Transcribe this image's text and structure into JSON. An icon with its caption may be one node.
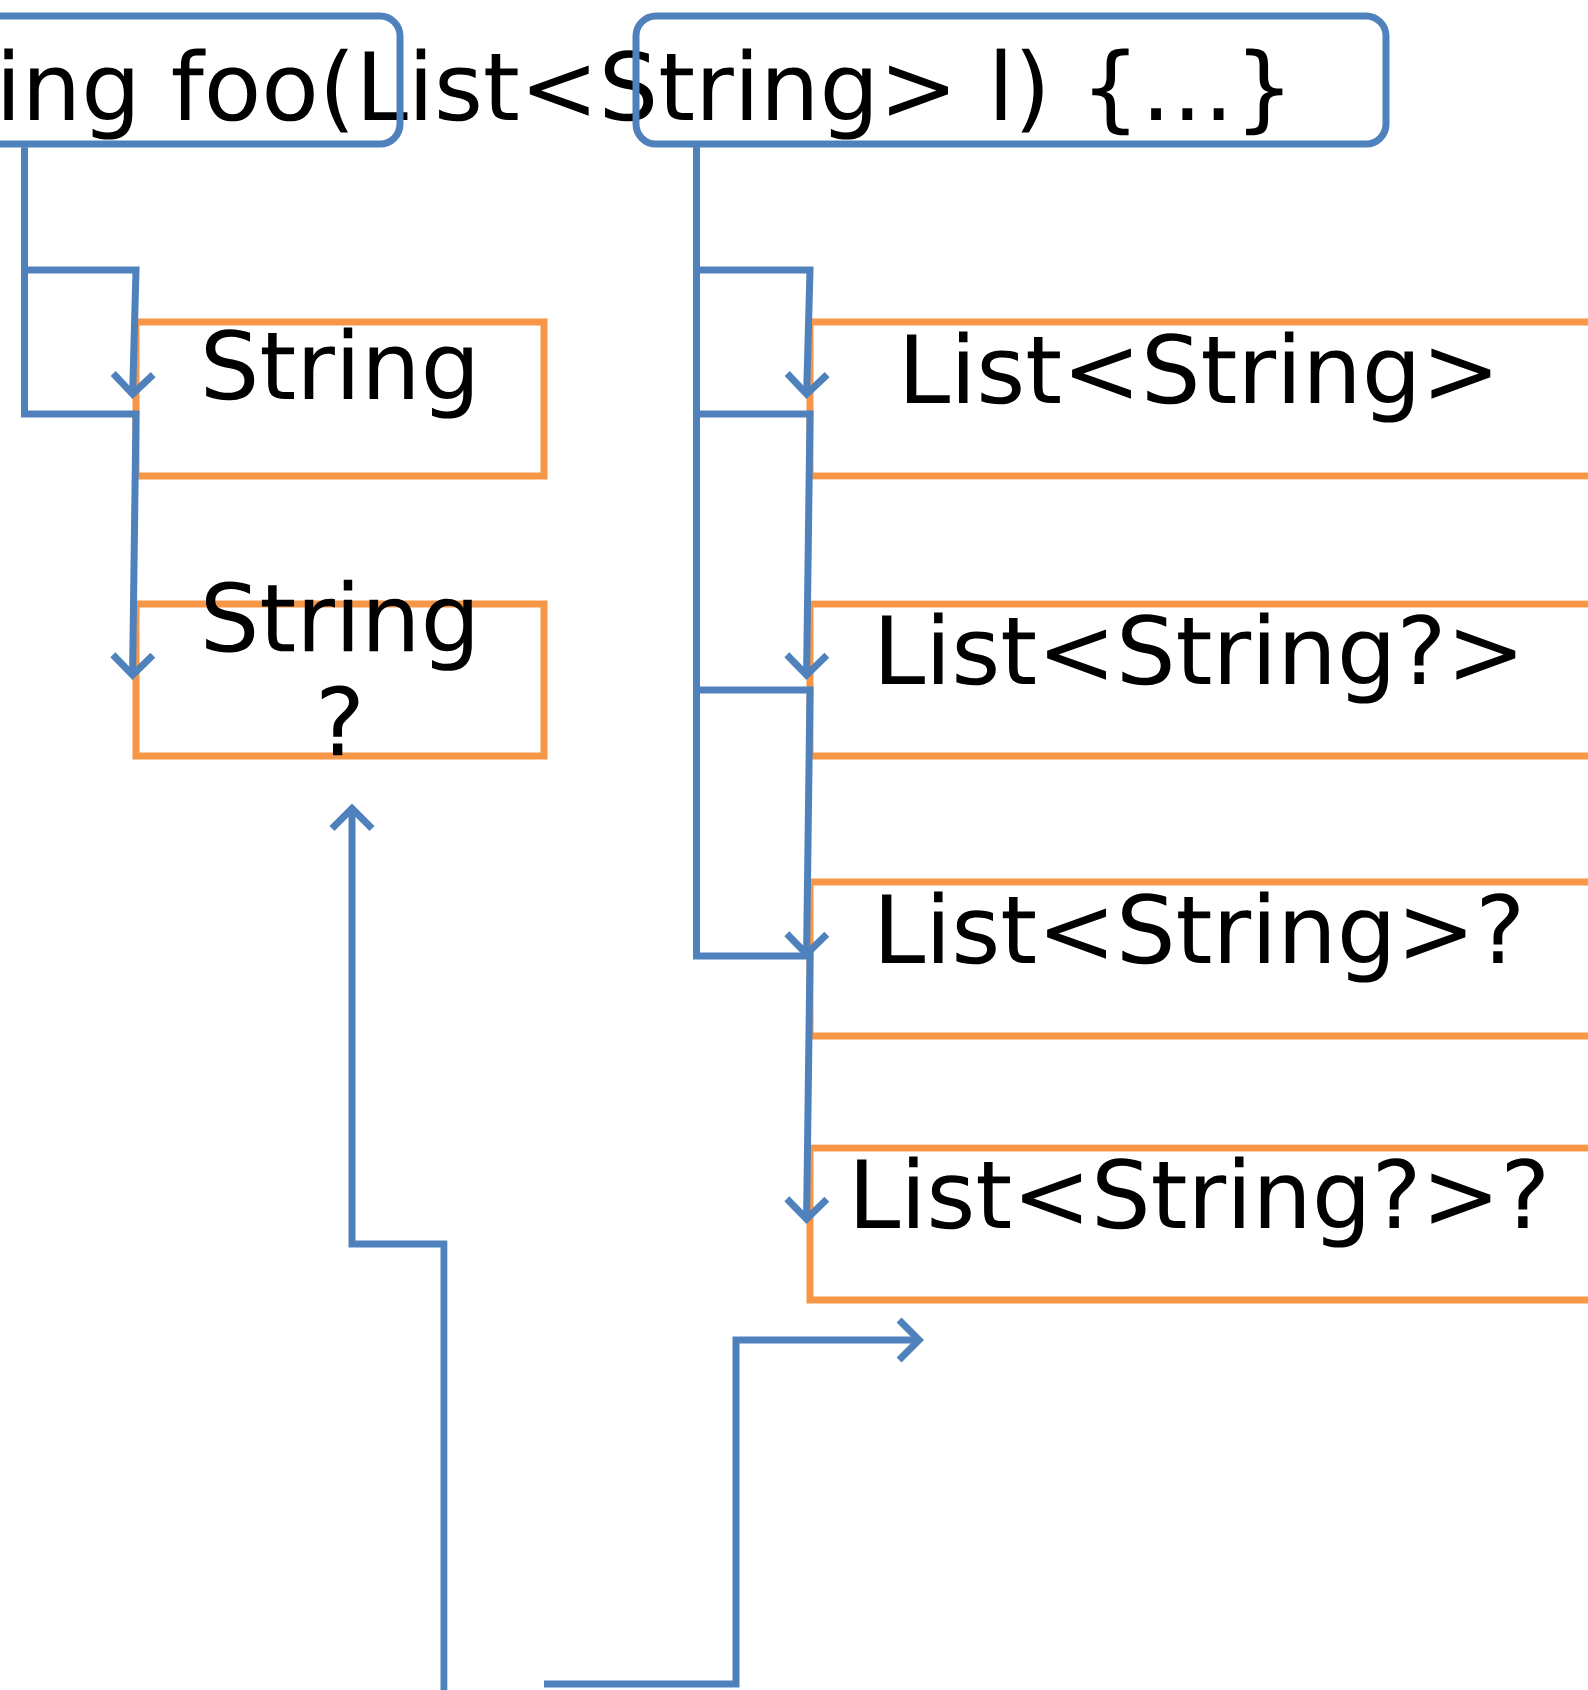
{
  "diagram": {
    "nodes": [
      {
        "text": [],
        "shape": "box"
      },
      {
        "text": [],
        "shape": "box"
      },
      {
        "text": [
          "String"
        ]
      },
      {
        "text": [
          "String ?"
        ]
      },
      {
        "text": [
          "List<String>"
        ]
      },
      {
        "text": [
          "List<String?>"
        ]
      },
      {
        "text": [
          "List<String>?"
        ]
      },
      {
        "text": [
          "List<String?>?"
        ]
      }
    ],
    "edges": [
      {
        "from": 0,
        "to": 2,
        "arrow": "to"
      },
      {
        "from": 0,
        "to": 3,
        "arrow": "to"
      },
      {
        "from": 1,
        "to": 4,
        "arrow": "to"
      },
      {
        "from": 1,
        "to": 5,
        "arrow": "to"
      },
      {
        "from": 1,
        "to": 6,
        "arrow": "to"
      },
      {
        "from": 1,
        "to": 7,
        "arrow": "to"
      },
      {
        "from": null,
        "to": 3,
        "arrow": "to"
      }
    ],
    "labels": [
      "ing foo(List<String> l) {…}"
    ]
  }
}
